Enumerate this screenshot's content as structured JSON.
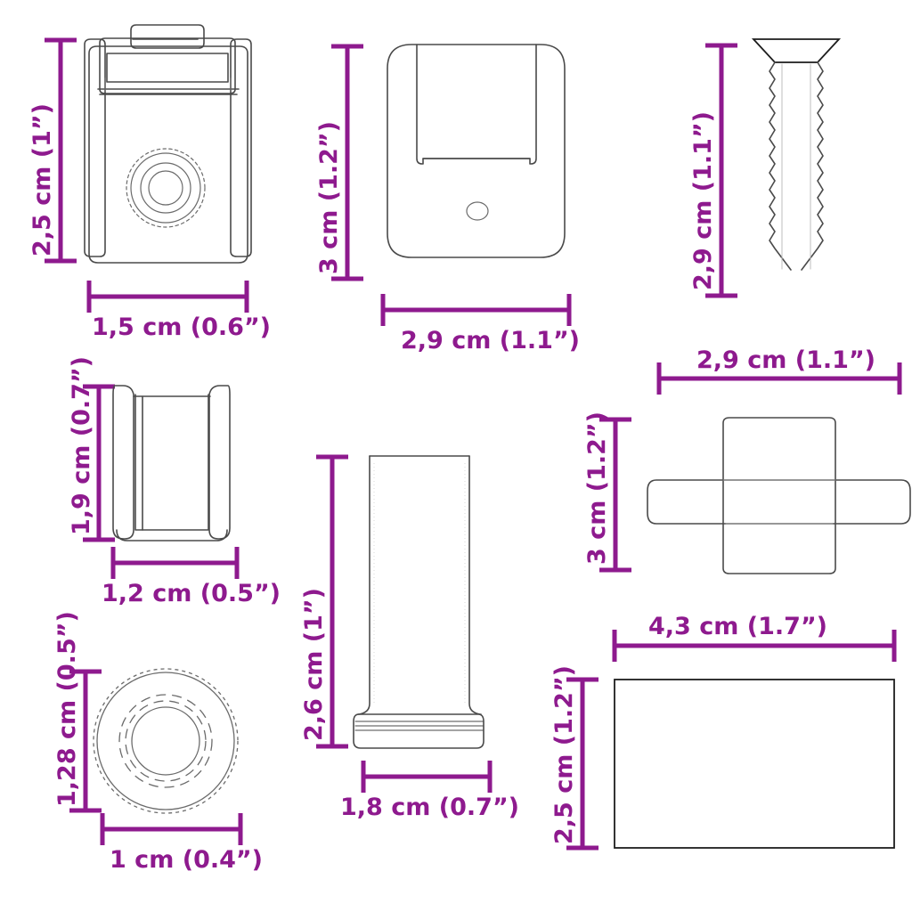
{
  "drawing": {
    "title": "Hardware component dimension drawing",
    "accent_color": "#8E1A8E",
    "line_color": "#4a4a4a",
    "background": "#ffffff",
    "units": "cm and inches"
  },
  "items": [
    {
      "id": "clamp-bracket",
      "name": "clamp-bracket-with-knurled-screw",
      "position": "top-left",
      "height_label": "2,5 cm (1”)",
      "width_label": "1,5 cm (0.6”)",
      "height_cm": 2.5,
      "height_in": 1.0,
      "width_cm": 1.5,
      "width_in": 0.6
    },
    {
      "id": "u-channel-plate",
      "name": "u-channel-mounting-plate",
      "position": "top-center",
      "height_label": "3 cm (1.2”)",
      "width_label": "2,9 cm (1.1”)",
      "height_cm": 3.0,
      "height_in": 1.2,
      "width_cm": 2.9,
      "width_in": 1.1
    },
    {
      "id": "wood-screw",
      "name": "countersunk-wood-screw",
      "position": "top-right",
      "height_label": "2,9 cm (1.1”)",
      "width_label": "",
      "height_cm": 2.9,
      "height_in": 1.1
    },
    {
      "id": "u-clip",
      "name": "small-u-clip",
      "position": "middle-left",
      "height_label": "1,9 cm (0.7”)",
      "width_label": "1,2 cm (0.5”)",
      "height_cm": 1.9,
      "height_in": 0.7,
      "width_cm": 1.2,
      "width_in": 0.5
    },
    {
      "id": "post-pin",
      "name": "flanged-post-pin",
      "position": "middle-center",
      "height_label": "2,6 cm (1”)",
      "width_label": "1,8 cm (0.7”)",
      "height_cm": 2.6,
      "height_in": 1.0,
      "width_cm": 1.8,
      "width_in": 0.7
    },
    {
      "id": "t-flange",
      "name": "t-shaped-flange-fitting",
      "position": "middle-right",
      "height_label": "3 cm (1.2”)",
      "width_label": "2,9 cm (1.1”)",
      "height_cm": 3.0,
      "height_in": 1.2,
      "width_cm": 2.9,
      "width_in": 1.1
    },
    {
      "id": "knurled-nut",
      "name": "knurled-nut-top-view",
      "position": "bottom-left",
      "height_label": "1,28 cm (0.5”)",
      "width_label": "1 cm (0.4”)",
      "height_cm": 1.28,
      "height_in": 0.5,
      "width_cm": 1.0,
      "width_in": 0.4
    },
    {
      "id": "flat-plate",
      "name": "rectangular-flat-plate",
      "position": "bottom-right",
      "height_label": "2,5 cm (1.2”)",
      "width_label": "4,3 cm (1.7”)",
      "height_cm": 2.5,
      "height_in": 1.2,
      "width_cm": 4.3,
      "width_in": 1.7
    }
  ]
}
